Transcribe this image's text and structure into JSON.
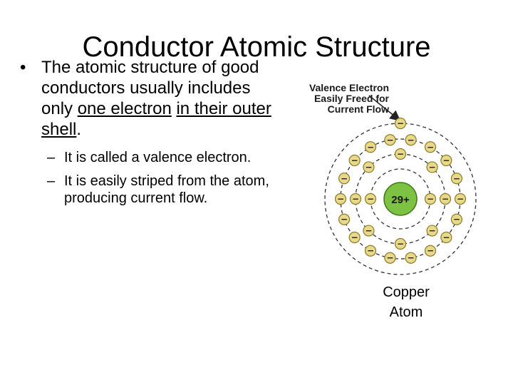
{
  "slide": {
    "title": "Conductor Atomic Structure",
    "bullet": {
      "marker": "•",
      "text_before": "The atomic structure of good conductors usually includes only ",
      "underlined_1": "one electron",
      "text_between": " ",
      "underlined_2": "in their outer shell",
      "text_after": "."
    },
    "sub_bullets": [
      {
        "marker": "–",
        "text": "It is called a valence electron."
      },
      {
        "marker": "–",
        "text": "It is easily striped from the atom, producing current flow."
      }
    ]
  },
  "diagram": {
    "valence_label": [
      "Valence Electron",
      "Easily Freed for",
      "Current Flow"
    ],
    "nucleus_label": "29+",
    "electron_symbol": "−",
    "electron_counts": [
      2,
      8,
      18,
      1
    ],
    "caption": [
      "Copper",
      "Atom"
    ],
    "colors": {
      "nucleus_fill": "#7dc242",
      "nucleus_stroke": "#3f7a1a",
      "electron_fill": "#e8d88a",
      "electron_stroke": "#8a7a2a",
      "orbit": "#333333"
    }
  }
}
